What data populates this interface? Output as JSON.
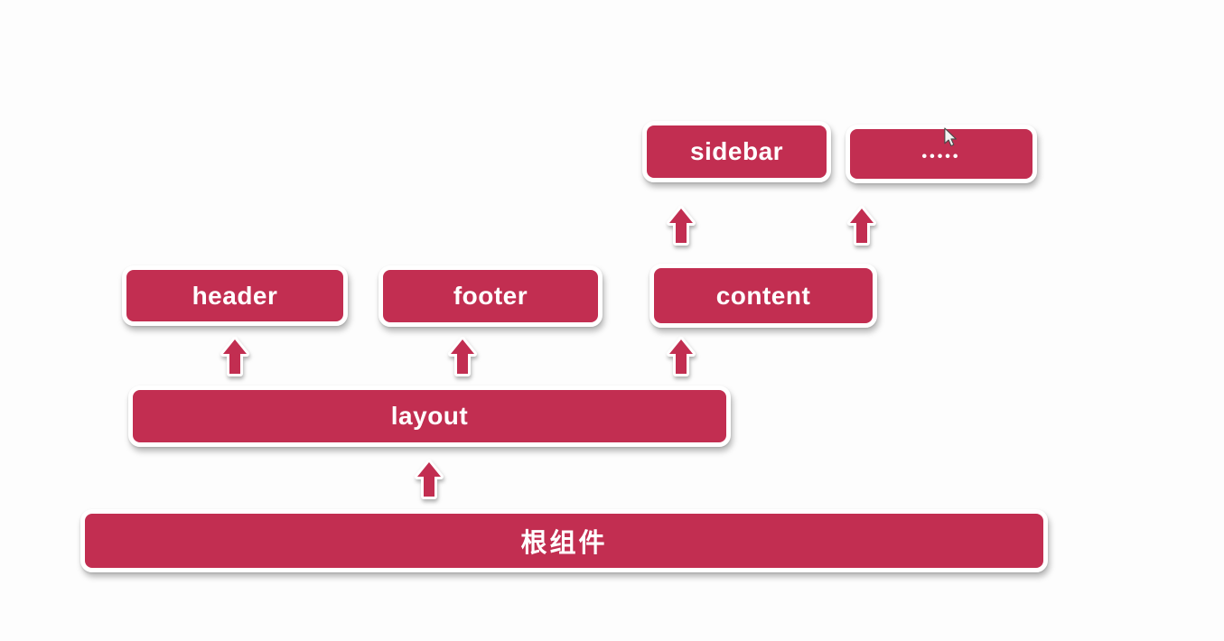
{
  "colors": {
    "accent": "#c22e51",
    "background": "#fdfdfd",
    "label_text": "#ffffff"
  },
  "nodes": {
    "sidebar": {
      "label": "sidebar"
    },
    "more": {
      "label": "•••••"
    },
    "header": {
      "label": "header"
    },
    "footer": {
      "label": "footer"
    },
    "content": {
      "label": "content"
    },
    "layout": {
      "label": "layout"
    },
    "root": {
      "label": "根组件"
    }
  },
  "icons": {
    "connector": "up-arrow",
    "pointer": "mouse-cursor"
  }
}
